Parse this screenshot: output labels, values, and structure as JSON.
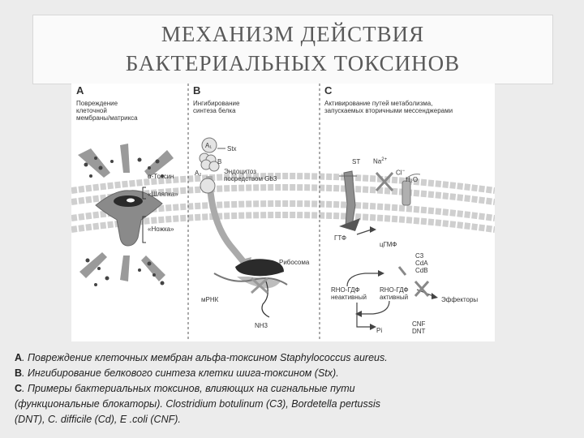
{
  "title": {
    "line1": "МЕХАНИЗМ ДЕЙСТВИЯ",
    "line2": "БАКТЕРИАЛЬНЫХ ТОКСИНОВ"
  },
  "panels": {
    "a": {
      "letter": "A",
      "heading": [
        "Повреждение",
        "клеточной",
        "мембраны/матрикса"
      ],
      "alpha_toxin": "α-Токсин",
      "cap": "«Шляпка»",
      "leg": "«Ножка»"
    },
    "b": {
      "letter": "B",
      "heading": [
        "Ингибирование",
        "синтеза белка"
      ],
      "a1": "A₁",
      "b": "B",
      "a2": "A₂",
      "stx": "Stx",
      "endocytosis": [
        "Эндоцитоз",
        "посредством Gb3"
      ],
      "ribosome": "Рибосома",
      "mrna": "мРНК",
      "nh3": "NH3"
    },
    "c": {
      "letter": "C",
      "heading": [
        "Активирование путей метаболизма,",
        "запускаемых вторичными мессенджерами"
      ],
      "st": "ST",
      "na": "Na",
      "na_sup": "2+",
      "cl": "Cl",
      "cl_sup": "−",
      "h2o": "H₂O",
      "gtp": "ГТФ",
      "cgmp": "цГМФ",
      "toxins_top": [
        "C3",
        "CdA",
        "CdB"
      ],
      "rho_inactive": [
        "RHO-ГДФ",
        "неактивный"
      ],
      "rho_active": [
        "RHO-ГДФ",
        "активный"
      ],
      "effectors": "Эффекторы",
      "pi": "Pi",
      "toxins_bottom": [
        "CNF",
        "DNT"
      ]
    }
  },
  "caption": {
    "a_letter": "A",
    "a_text": ". Повреждение клеточных мембран альфа-токсином Staphylococcus aureus.",
    "b_letter": "B",
    "b_text": ". Ингибирование белкового синтеза клетки шига-токсином (Stx).",
    "c_letter": "C",
    "c_text": ". Примеры бактериальных токсинов, влияющих на сигнальные пути",
    "line4": "(функциональные блокаторы). Clostridium botulinum (C3), Bordetella pertussis",
    "line5": "(DNT), C. difficile (Cd), E .coli (CNF)."
  }
}
